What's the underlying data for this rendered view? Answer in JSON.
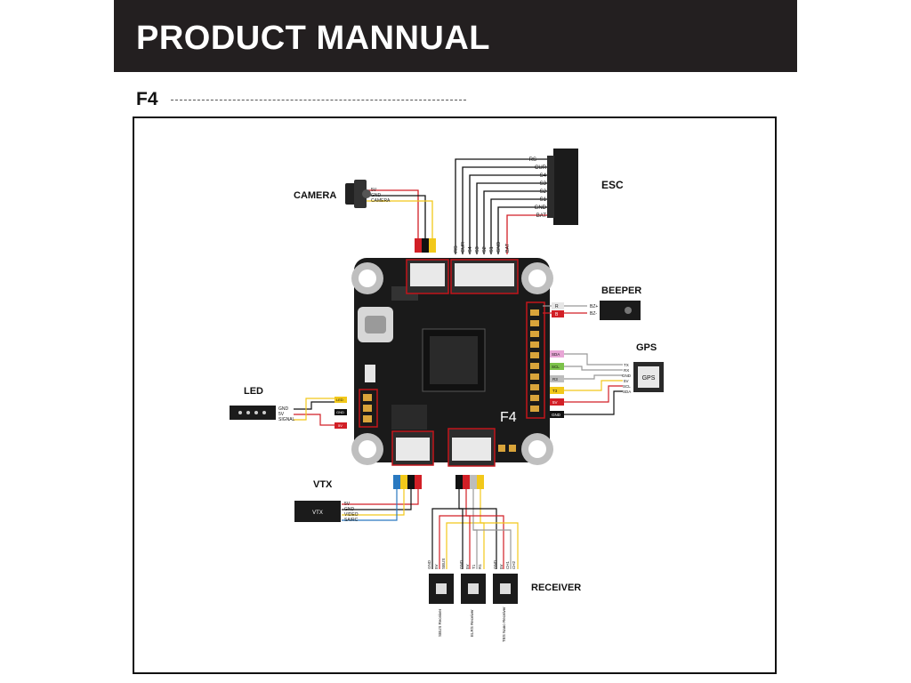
{
  "header": {
    "title": "PRODUCT MANNUAL"
  },
  "section": {
    "label": "F4"
  },
  "board": {
    "label": "F4"
  },
  "camera": {
    "label": "CAMERA",
    "pins": [
      "5V",
      "GND",
      "CAMERA"
    ]
  },
  "esc": {
    "label": "ESC",
    "pins": [
      "RS",
      "CUR",
      "S4",
      "S3",
      "S2",
      "S1",
      "GND",
      "BAT"
    ]
  },
  "beeper": {
    "label": "BEEPER",
    "pins": [
      "BZ+",
      "BZ-"
    ],
    "pads": [
      "R",
      "B"
    ]
  },
  "gps": {
    "label": "GPS",
    "module": "GPS",
    "pins": [
      "TX",
      "RX",
      "GND",
      "5V",
      "SCL",
      "SDA"
    ],
    "pads": [
      "SDA",
      "SCL",
      "R3",
      "T3",
      "5V",
      "GND"
    ]
  },
  "led": {
    "label": "LED",
    "pins": [
      "GND",
      "5V",
      "SIGNAL"
    ],
    "pads": [
      "LED",
      "GND",
      "5V"
    ]
  },
  "vtx": {
    "label": "VTX",
    "module": "VTX",
    "pins": [
      "5V",
      "GND",
      "VIDEO",
      "SA/RC"
    ]
  },
  "receiver": {
    "label": "RECEIVER",
    "units": [
      {
        "pins": [
          "GND",
          "5V",
          "SBUS"
        ],
        "name": "SBUS Receiver"
      },
      {
        "pins": [
          "GND",
          "5V",
          "T1",
          "R1"
        ],
        "name": "ELRS Receiver"
      },
      {
        "pins": [
          "GND",
          "5V",
          "CH1",
          "CH2"
        ],
        "name": "TBS Nano Receiver"
      }
    ]
  },
  "colors": {
    "header_bg": "#231f20",
    "wire_red": "#d21f26",
    "wire_yellow": "#f2c81a",
    "wire_black": "#111111",
    "wire_blue": "#2a79c0",
    "wire_green": "#39a548",
    "highlight": "#c2151b",
    "board": "#1a1a1a"
  }
}
